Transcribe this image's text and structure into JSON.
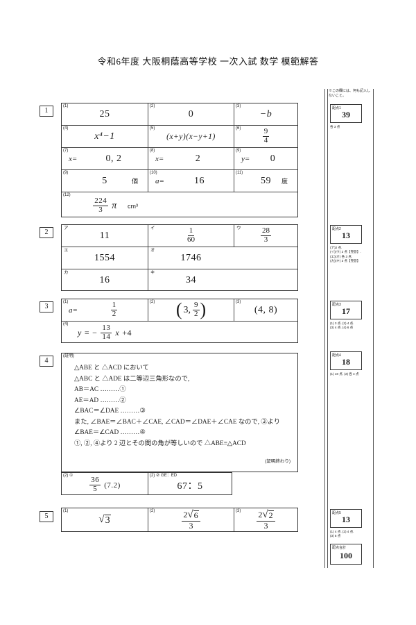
{
  "document": {
    "title": "令和6年度  大阪桐蔭高等学校  一次入試  数学  模範解答"
  },
  "sections": [
    {
      "number": "1",
      "rows": [
        [
          {
            "label": "(1)",
            "answer": "25"
          },
          {
            "label": "(2)",
            "answer": "0"
          },
          {
            "label": "(3)",
            "answer": "−b"
          }
        ],
        [
          {
            "label": "(4)",
            "answer": "x⁴−1"
          },
          {
            "label": "(5)",
            "answer": "(x+y)(x−y+1)"
          },
          {
            "label": "(6)",
            "answer_num": "9",
            "answer_den": "4"
          }
        ],
        [
          {
            "label": "(7)",
            "prefix": "x=",
            "answer": "0, 2"
          },
          {
            "label": "(8)",
            "prefix": "x=",
            "answer": "2"
          },
          {
            "label": "(9)",
            "prefix": "y=",
            "answer": "0"
          }
        ],
        [
          {
            "label": "(9)",
            "answer": "5",
            "unit": "個"
          },
          {
            "label": "(10)",
            "prefix": "a=",
            "answer": "16"
          },
          {
            "label": "(11)",
            "answer": "59",
            "unit": "度"
          }
        ],
        [
          {
            "label": "(12)",
            "answer_num": "224",
            "answer_den": "3",
            "answer_suffix": "π",
            "unit": "cm³"
          }
        ]
      ]
    },
    {
      "number": "2",
      "rows": [
        [
          {
            "label": "ア",
            "answer": "11"
          },
          {
            "label": "イ",
            "answer_num": "1",
            "answer_den": "60"
          },
          {
            "label": "ウ",
            "answer_num": "28",
            "answer_den": "3"
          }
        ],
        [
          {
            "label": "エ",
            "answer": "1554"
          },
          {
            "label": "オ",
            "answer": "1746"
          }
        ],
        [
          {
            "label": "カ",
            "answer": "16"
          },
          {
            "label": "キ",
            "answer": "34"
          }
        ]
      ]
    },
    {
      "number": "3",
      "rows": [
        [
          {
            "label": "(1)",
            "prefix": "a=",
            "answer_num": "1",
            "answer_den": "2"
          },
          {
            "label": "(2)",
            "answer": "(3,  9/2)"
          },
          {
            "label": "(3)",
            "answer": "(4,  8)"
          }
        ],
        [
          {
            "label": "(4)",
            "answer": "y = −13/14 x + 4"
          }
        ]
      ]
    },
    {
      "number": "4",
      "proof_label": "(証明)",
      "proof_lines": [
        "△ABE と △ACD において",
        "△ABC と △ADE は二等辺三角形なので,",
        "AB＝AC ………①",
        "AE＝AD ………②",
        "∠BAC＝∠DAE ………③",
        "また, ∠BAE＝∠BAC＋∠CAE, ∠CAD＝∠DAE＋∠CAE なので, ③より",
        "∠BAE＝∠CAD ………④",
        "①, ②, ④より 2 辺とその間の角が等しいので △ABE≡△ACD"
      ],
      "proof_end": "(証明終わり)",
      "sub_rows": [
        [
          {
            "label": "(2) ①",
            "answer_num": "36",
            "answer_den": "5",
            "answer_suffix": "(7.2)"
          },
          {
            "label": "(2) ② GE：ED",
            "answer": "67：5"
          }
        ]
      ]
    },
    {
      "number": "5",
      "rows": [
        [
          {
            "label": "(1)",
            "answer": "√3"
          },
          {
            "label": "(2)",
            "answer": "2√6/3"
          },
          {
            "label": "(3)",
            "answer": "2√2/3"
          }
        ]
      ]
    }
  ],
  "score_column": {
    "header_note": "※この欄には、何も記入しないこと。",
    "boxes": [
      {
        "label": "配点1",
        "value": "39",
        "note": "各 3 点"
      },
      {
        "label": "配点2",
        "value": "13",
        "note": "(ア)2 点.\n(イ)(ウ) 2 点【完答】.\n(エ)(オ) 各 3 点.\n(カ)(キ) 3 点【完答】"
      },
      {
        "label": "配点3",
        "value": "17",
        "note": "(1) 3 点. (2) 4 点.\n(3) 4 点. (4) 6 点"
      },
      {
        "label": "配点4",
        "value": "18",
        "note": "(1) 10 点. (2) 各 4 点"
      },
      {
        "label": "配点5",
        "value": "13",
        "note": "(1) 4 点. (2) 4 点.\n(3) 5 点"
      },
      {
        "label": "配点合計",
        "value": "100",
        "note": ""
      }
    ]
  }
}
